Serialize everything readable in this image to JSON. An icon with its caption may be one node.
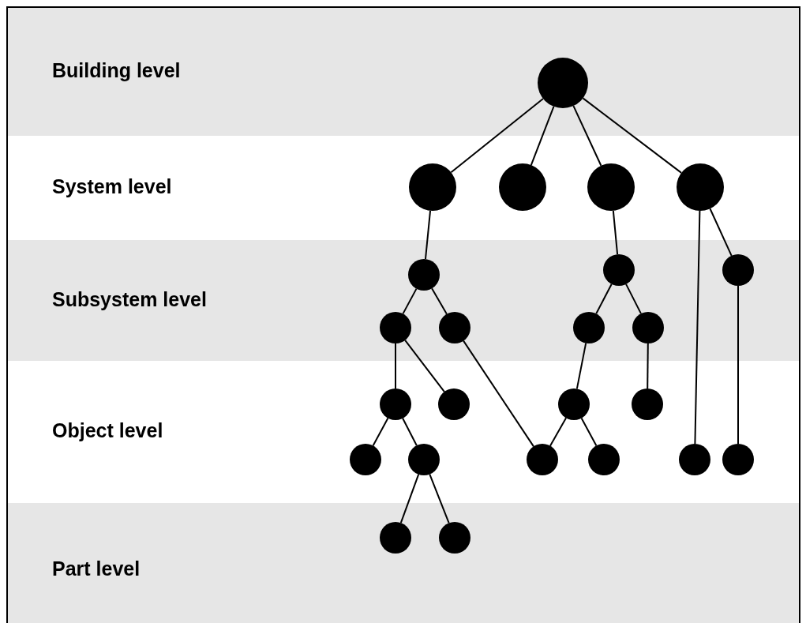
{
  "diagram": {
    "nodes": [
      {
        "text": [],
        "shape": "circle"
      },
      {
        "text": [],
        "shape": "circle"
      },
      {
        "text": [],
        "shape": "circle"
      },
      {
        "text": [],
        "shape": "circle"
      },
      {
        "text": [],
        "shape": "circle"
      },
      {
        "text": [],
        "shape": "circle"
      },
      {
        "text": [],
        "shape": "circle"
      },
      {
        "text": [],
        "shape": "circle"
      },
      {
        "text": [],
        "shape": "circle"
      },
      {
        "text": [],
        "shape": "circle"
      },
      {
        "text": [],
        "shape": "circle"
      },
      {
        "text": [],
        "shape": "circle"
      },
      {
        "text": [],
        "shape": "circle"
      },
      {
        "text": [],
        "shape": "circle"
      },
      {
        "text": [],
        "shape": "circle"
      },
      {
        "text": [],
        "shape": "circle"
      },
      {
        "text": [],
        "shape": "circle"
      },
      {
        "text": [],
        "shape": "circle"
      },
      {
        "text": [],
        "shape": "circle"
      },
      {
        "text": [],
        "shape": "circle"
      },
      {
        "text": [],
        "shape": "circle"
      },
      {
        "text": [],
        "shape": "circle"
      },
      {
        "text": [],
        "shape": "circle"
      },
      {
        "text": [],
        "shape": "circle"
      }
    ],
    "edges": [
      {
        "from": 0,
        "to": 1,
        "arrow": "none"
      },
      {
        "from": 0,
        "to": 2,
        "arrow": "none"
      },
      {
        "from": 0,
        "to": 3,
        "arrow": "none"
      },
      {
        "from": 0,
        "to": 4,
        "arrow": "none"
      },
      {
        "from": 1,
        "to": 5,
        "arrow": "none"
      },
      {
        "from": 3,
        "to": 6,
        "arrow": "none"
      },
      {
        "from": 4,
        "to": 20,
        "arrow": "none"
      },
      {
        "from": 4,
        "to": 7,
        "arrow": "none"
      },
      {
        "from": 5,
        "to": 8,
        "arrow": "none"
      },
      {
        "from": 5,
        "to": 9,
        "arrow": "none"
      },
      {
        "from": 6,
        "to": 10,
        "arrow": "none"
      },
      {
        "from": 6,
        "to": 11,
        "arrow": "none"
      },
      {
        "from": 7,
        "to": 21,
        "arrow": "none"
      },
      {
        "from": 8,
        "to": 12,
        "arrow": "none"
      },
      {
        "from": 8,
        "to": 13,
        "arrow": "none"
      },
      {
        "from": 9,
        "to": 18,
        "arrow": "none"
      },
      {
        "from": 10,
        "to": 14,
        "arrow": "none"
      },
      {
        "from": 11,
        "to": 15,
        "arrow": "none"
      },
      {
        "from": 12,
        "to": 16,
        "arrow": "none"
      },
      {
        "from": 12,
        "to": 17,
        "arrow": "none"
      },
      {
        "from": 14,
        "to": 18,
        "arrow": "none"
      },
      {
        "from": 14,
        "to": 19,
        "arrow": "none"
      },
      {
        "from": 17,
        "to": 22,
        "arrow": "none"
      },
      {
        "from": 17,
        "to": 23,
        "arrow": "none"
      }
    ],
    "labels": [
      "Building level",
      "System level",
      "Subsystem level",
      "Object level",
      "Part level"
    ]
  }
}
